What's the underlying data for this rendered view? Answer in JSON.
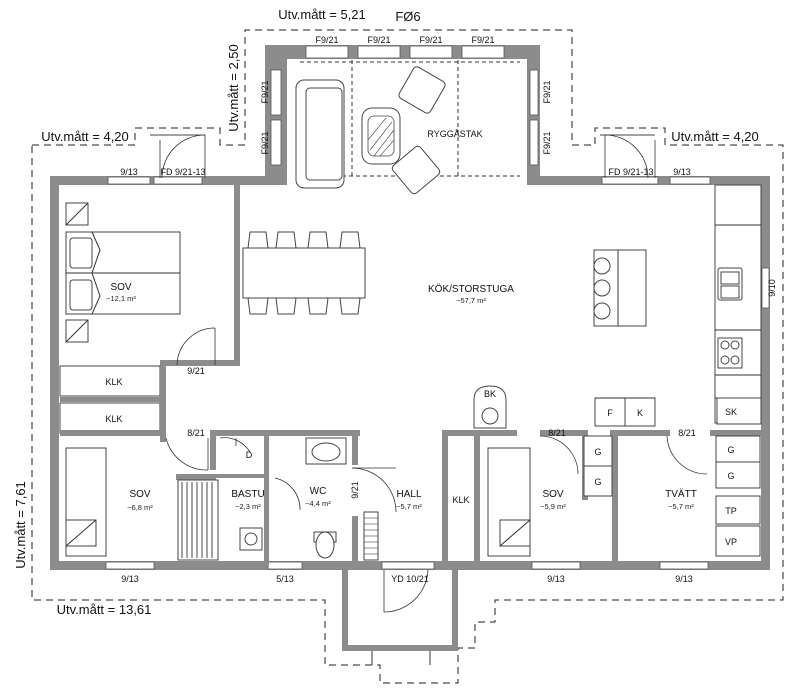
{
  "dimensions": {
    "porch_width": "Utv.mått = 5,21",
    "porch_depth": "Utv.mått = 2,50",
    "left_width": "Utv.mått = 4,20",
    "right_width": "Utv.mått = 4,20",
    "house_depth": "Utv.mått = 7,61",
    "house_length": "Utv.mått = 13,61"
  },
  "rooms": {
    "sov1": {
      "name": "SOV",
      "area": "~12,1 m²"
    },
    "sov2": {
      "name": "SOV",
      "area": "~6,8 m²"
    },
    "kok": {
      "name": "KÖK/STORSTUGA",
      "area": "~57,7 m²"
    },
    "bastu": {
      "name": "BASTU",
      "area": "~2,3 m²"
    },
    "wc": {
      "name": "WC",
      "area": "~4,4 m²"
    },
    "hall": {
      "name": "HALL",
      "area": "~5,7 m²"
    },
    "sov3": {
      "name": "SOV",
      "area": "~5,9 m²"
    },
    "tvatt": {
      "name": "TVÄTT",
      "area": "~5,7 m²"
    }
  },
  "labels": {
    "ryggastak": "RYGGÅSTAK",
    "fo6": "FØ6",
    "klk1": "KLK",
    "klk2": "KLK",
    "klk3": "KLK",
    "bk": "BK",
    "d": "D",
    "f": "F",
    "k": "K",
    "sk": "SK",
    "g1": "G",
    "g2": "G",
    "g3": "G",
    "g4": "G",
    "tp": "TP",
    "vp": "VP"
  },
  "openings": {
    "porch_top1": "F9/21",
    "porch_top2": "F9/21",
    "porch_top3": "F9/21",
    "porch_top4": "F9/21",
    "porch_left1": "F9/21",
    "porch_left2": "F9/21",
    "porch_right1": "F9/21",
    "porch_right2": "F9/21",
    "w_top_left": "9/13",
    "fd_left": "FD 9/21-13",
    "fd_right": "FD 9/21-13",
    "w_top_right": "9/13",
    "w_right": "9/10",
    "d_sov1": "9/21",
    "d_sov2": "8/21",
    "d_wc": "9/21",
    "d_sov3": "8/21",
    "d_tvatt": "8/21",
    "w_bottom1": "9/13",
    "w_bottom2": "5/13",
    "yd": "YD 10/21",
    "w_bottom3": "9/13",
    "w_bottom4": "9/13"
  }
}
